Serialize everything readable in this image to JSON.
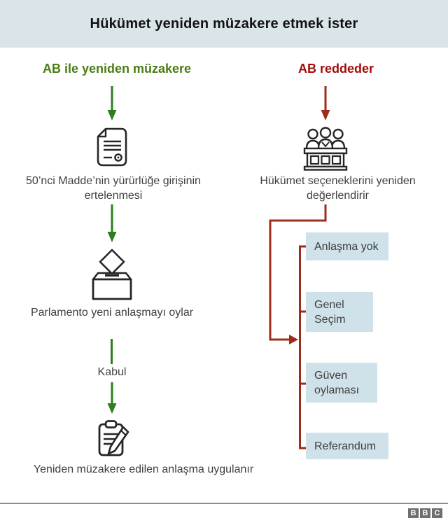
{
  "header": {
    "title": "Hükümet yeniden müzakere etmek ister"
  },
  "left_column": {
    "heading": "AB ile yeniden müzakere",
    "steps": [
      {
        "icon": "document-icon",
        "caption": "50’nci Madde’nin yürürlüğe girişinin ertelenmesi"
      },
      {
        "icon": "ballot-box-icon",
        "caption": "Parlamento yeni anlaşmayı oylar"
      },
      {
        "label": "Kabul"
      },
      {
        "icon": "clipboard-pencil-icon",
        "caption": "Yeniden müzakere edilen anlaşma uygulanır"
      }
    ]
  },
  "right_column": {
    "heading": "AB reddeder",
    "icon": "parliament-icon",
    "caption": "Hükümet seçeneklerini yeniden değerlendirir",
    "options": [
      "Anlaşma yok",
      "Genel Seçim",
      "Güven oylaması",
      "Referandum"
    ]
  },
  "footer": {
    "logo": "BBC",
    "logo_letters": [
      "B",
      "B",
      "C"
    ]
  },
  "colors": {
    "header_bg": "#d9e5e9",
    "title_color": "#121212",
    "heading_green": "#4a7d15",
    "heading_red": "#a30d0d",
    "arrow_green": "#2e7d1e",
    "arrow_red": "#9d2c1c",
    "option_box_bg": "#cfe2e9",
    "text_dark": "#3f3f3f",
    "icon_color": "#262626",
    "footer_line": "#8e8e8e",
    "bbc_grey": "#6f6f6f"
  }
}
